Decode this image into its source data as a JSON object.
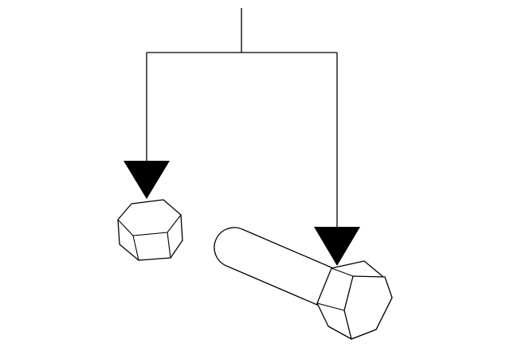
{
  "diagram": {
    "type": "parts-callout",
    "parts": [
      {
        "name": "nut",
        "shape": "hex-nut"
      },
      {
        "name": "bolt",
        "shape": "hex-bolt"
      }
    ],
    "colors": {
      "stroke": "#000000",
      "fill": "#ffffff",
      "arrow": "#000000"
    }
  }
}
